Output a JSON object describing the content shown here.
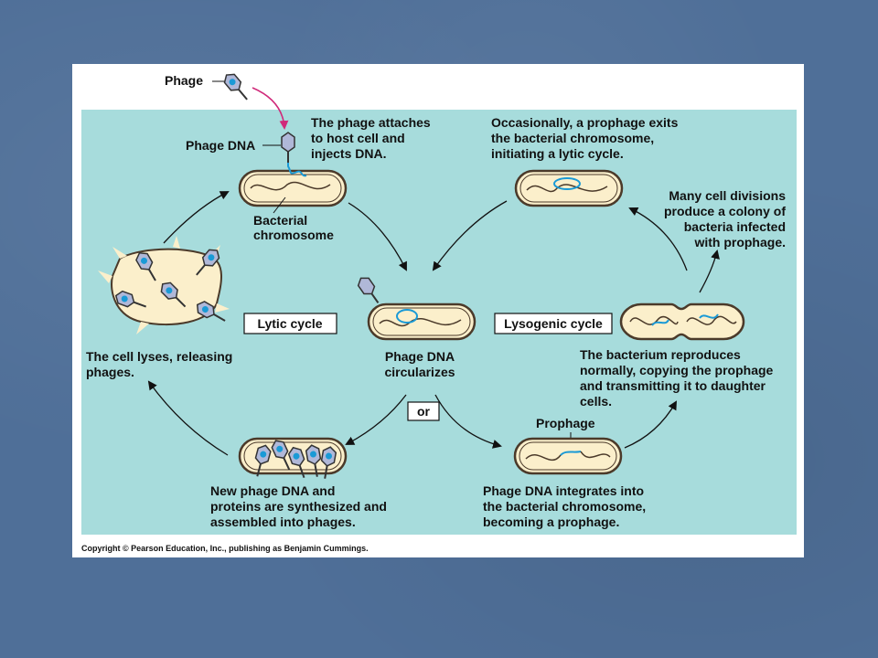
{
  "colors": {
    "slide_background": "#4f6f98",
    "panel_background": "#ffffff",
    "diagram_background": "#a7dcdc",
    "cell_fill": "#fbefcb",
    "cell_outline": "#4b3a2a",
    "phage_dna": "#1a9ad6",
    "phage_body": "#b0b8d8",
    "arrow": "#111111",
    "injection_arrow": "#d02a7a"
  },
  "icons": {
    "phage": "phage-icon",
    "bacterium": "bacterium-icon",
    "lysing_cell": "lysing-cell-icon"
  },
  "labels": {
    "phage": "Phage",
    "phage_dna": "Phage DNA",
    "attach_text": [
      "The phage attaches",
      "to host cell and",
      "injects DNA."
    ],
    "bacterial_chromosome": [
      "Bacterial",
      "chromosome"
    ],
    "occasional_text": [
      "Occasionally, a prophage exits",
      "the bacterial chromosome,",
      "initiating a lytic cycle."
    ],
    "colony_text": [
      "Many cell divisions",
      "produce a colony of",
      "bacteria infected",
      "with prophage."
    ],
    "lytic_cycle": "Lytic cycle",
    "lysogenic_cycle": "Lysogenic cycle",
    "circularizes": [
      "Phage DNA",
      "circularizes"
    ],
    "lyses_text": [
      "The cell lyses, releasing",
      "phages."
    ],
    "reproduces_text": [
      "The bacterium reproduces",
      "normally, copying the prophage",
      "and transmitting it to daughter",
      "cells."
    ],
    "or": "or",
    "prophage": "Prophage",
    "synthesized_text": [
      "New phage DNA and",
      "proteins are synthesized and",
      "assembled into phages."
    ],
    "integrates_text": [
      "Phage DNA integrates into",
      "the bacterial chromosome,",
      "becoming a prophage."
    ],
    "copyright": "Copyright © Pearson Education, Inc., publishing as Benjamin Cummings."
  }
}
